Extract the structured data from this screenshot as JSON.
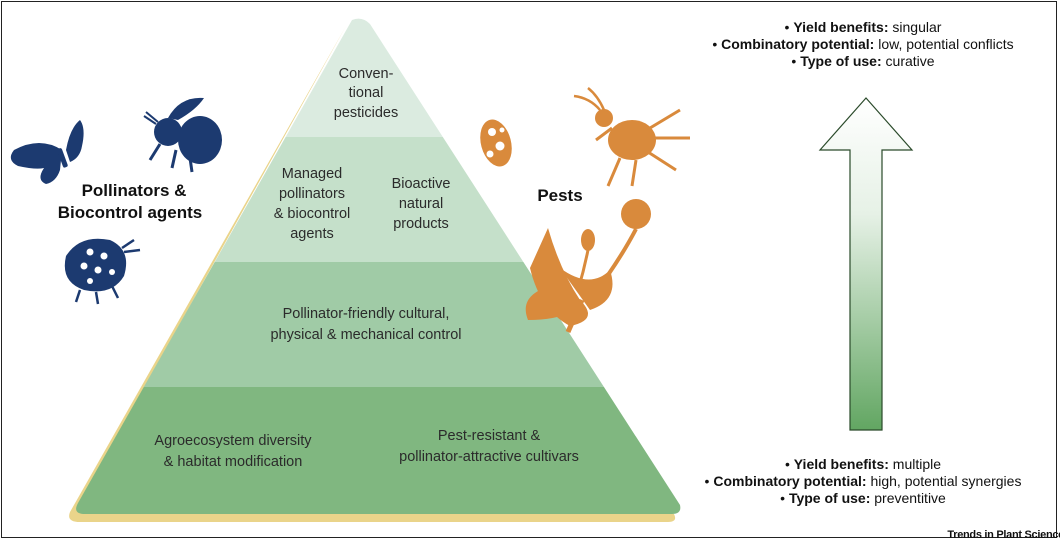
{
  "pyramid": {
    "tier1": [
      "Conven-",
      "tional",
      "pesticides"
    ],
    "tier2_left": [
      "Managed",
      "pollinators",
      "& biocontrol",
      "agents"
    ],
    "tier2_right": [
      "Bioactive",
      "natural",
      "products"
    ],
    "tier3": [
      "Pollinator-friendly cultural,",
      "physical & mechanical control"
    ],
    "tier4_left": [
      "Agroecosystem diversity",
      "& habitat modification"
    ],
    "tier4_right": [
      "Pest-resistant &",
      "pollinator-attractive cultivars"
    ]
  },
  "left_label": [
    "Pollinators &",
    "Biocontrol agents"
  ],
  "right_label": "Pests",
  "top_info": [
    {
      "key": "Yield benefits:",
      "value": " singular"
    },
    {
      "key": "Combinatory potential:",
      "value": " low, potential conflicts"
    },
    {
      "key": "Type of use:",
      "value": " curative"
    }
  ],
  "bottom_info": [
    {
      "key": "Yield benefits:",
      "value": " multiple"
    },
    {
      "key": "Combinatory potential:",
      "value": " high, potential synergies"
    },
    {
      "key": "Type of use:",
      "value": " preventitive"
    }
  ],
  "bullet": "•",
  "credit": "Trends in Plant Science",
  "colors": {
    "tier1": "#dbebe0",
    "tier2": "#c3dfc8",
    "tier3": "#9fcaa5",
    "tier4": "#7fb67f",
    "pyramid_shadow": "#ead48a",
    "insect_blue": "#1c3a70",
    "pest_orange": "#d98a3c",
    "arrow_top": "#ffffff",
    "arrow_bottom": "#6aaa6a"
  },
  "icons": [
    "butterfly-icon",
    "bumblebee-icon",
    "ladybug-icon",
    "mite-icon",
    "aphid-icon",
    "dandelion-icon"
  ]
}
